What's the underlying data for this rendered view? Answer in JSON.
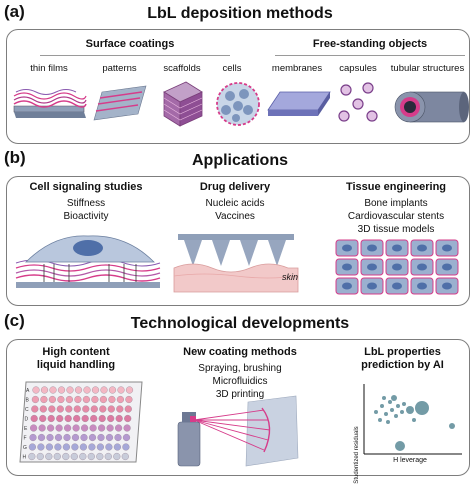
{
  "panel_a": {
    "letter": "(a)",
    "title": "LbL deposition methods",
    "groups": {
      "surface": {
        "title": "Surface coatings",
        "items": [
          "thin films",
          "patterns",
          "scaffolds",
          "cells"
        ]
      },
      "freestanding": {
        "title": "Free-standing objects",
        "items": [
          "membranes",
          "capsules",
          "tubular structures"
        ]
      }
    }
  },
  "panel_b": {
    "letter": "(b)",
    "title": "Applications",
    "columns": [
      {
        "title": "Cell signaling studies",
        "lines": [
          "Stiffness",
          "Bioactivity"
        ]
      },
      {
        "title": "Drug delivery",
        "lines": [
          "Nucleic acids",
          "Vaccines"
        ],
        "tag": "skin"
      },
      {
        "title": "Tissue engineering",
        "lines": [
          "Bone implants",
          "Cardiovascular stents",
          "3D tissue models"
        ]
      }
    ]
  },
  "panel_c": {
    "letter": "(c)",
    "title": "Technological developments",
    "columns": [
      {
        "title": [
          "High content",
          "liquid handling"
        ],
        "row_letters": [
          "A",
          "B",
          "C",
          "D",
          "E",
          "F",
          "G",
          "H"
        ]
      },
      {
        "title": [
          "New coating methods"
        ],
        "lines": [
          "Spraying, brushing",
          "Microfluidics",
          "3D printing"
        ]
      },
      {
        "title": [
          "LbL properties",
          "prediction by AI"
        ],
        "ylabel": "Studentized residuals",
        "xlabel": "H leverage"
      }
    ]
  },
  "colors": {
    "pink": "#d63c8a",
    "steel": "#8f9fb8",
    "cell": "#9bb0cf",
    "nucleus": "#4f6fa8",
    "skin": "#f2c9c9",
    "scatter": "#5b8a96"
  }
}
